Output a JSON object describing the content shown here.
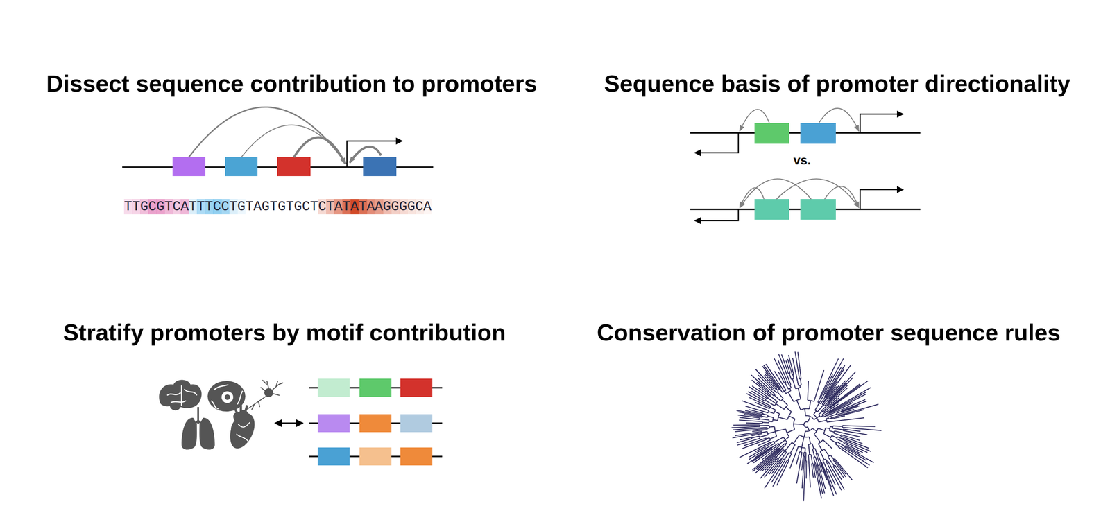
{
  "diagram": {
    "labels": [
      "Dissect sequence contribution to promoters",
      "TTGCGTCATTTCCTGTAGTGTGCTCTATATAAGGGGCA",
      "Sequence basis of promoter directionality",
      "vs.",
      "Stratify promoters by motif contribution",
      "Conservation of promoter sequence rules"
    ]
  }
}
